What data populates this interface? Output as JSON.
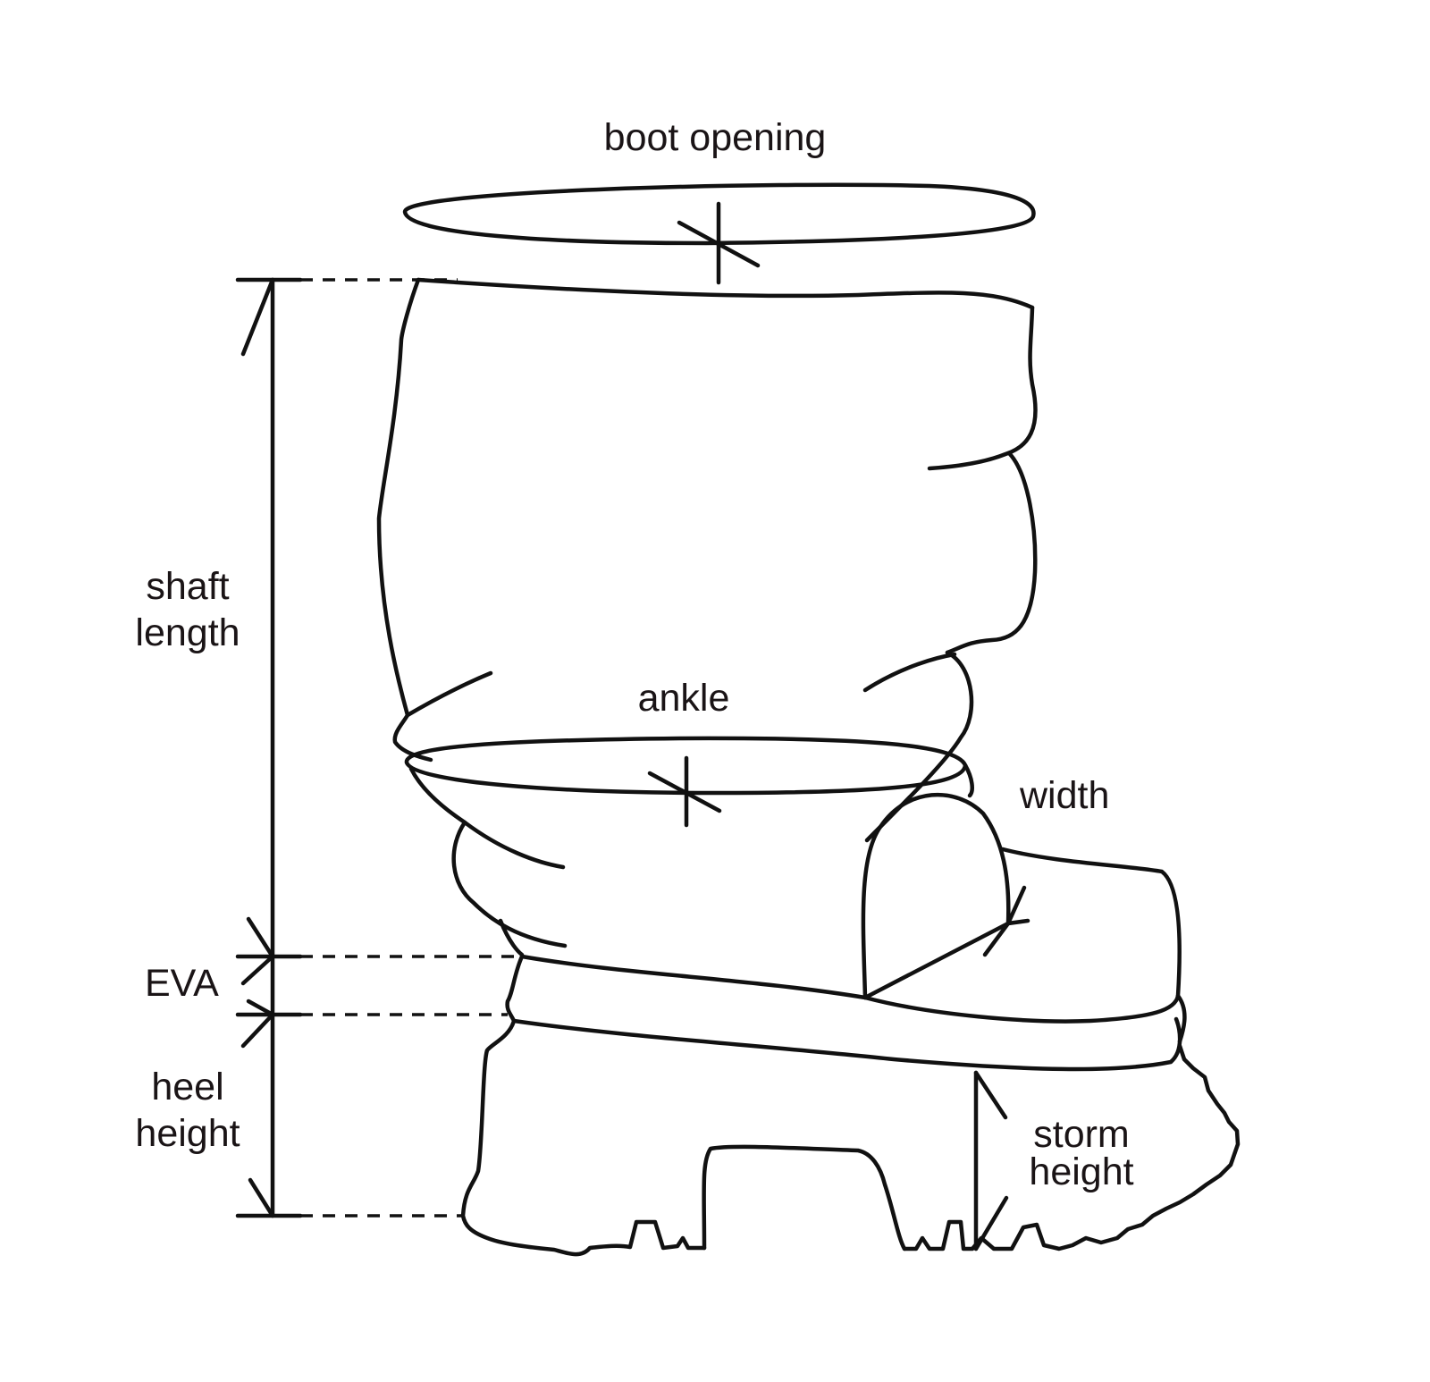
{
  "labels": {
    "boot_opening": "boot opening",
    "shaft_length_1": "shaft",
    "shaft_length_2": "length",
    "ankle": "ankle",
    "width": "width",
    "eva": "EVA",
    "heel_height_1": "heel",
    "heel_height_2": "height",
    "storm_height_1": "storm",
    "storm_height_2": "height"
  },
  "colors": {
    "ink": "#111111",
    "text": "#1a1416",
    "background": "#ffffff"
  }
}
